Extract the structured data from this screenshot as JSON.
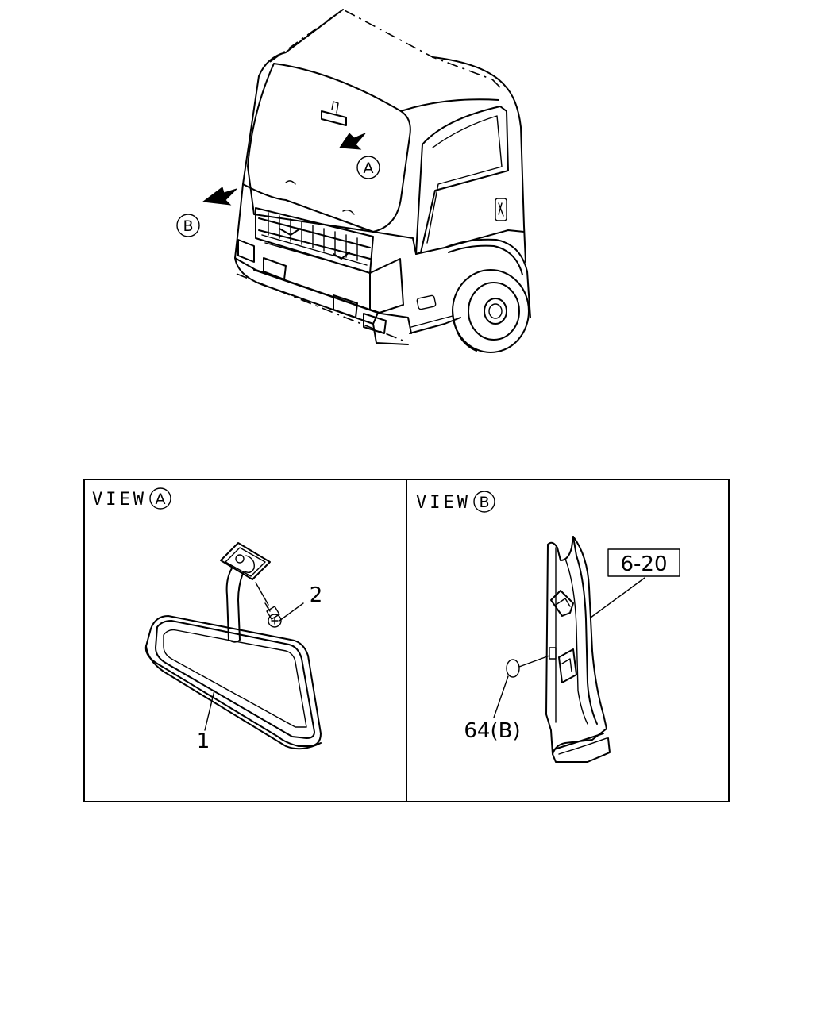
{
  "callouts": {
    "a": "A",
    "b": "B"
  },
  "views": {
    "a": {
      "prefix": "VIEW",
      "letter": "A"
    },
    "b": {
      "prefix": "VIEW",
      "letter": "B"
    }
  },
  "parts": {
    "mirror": "1",
    "screw": "2",
    "plug": "64(B)",
    "ref_box": "6-20"
  }
}
